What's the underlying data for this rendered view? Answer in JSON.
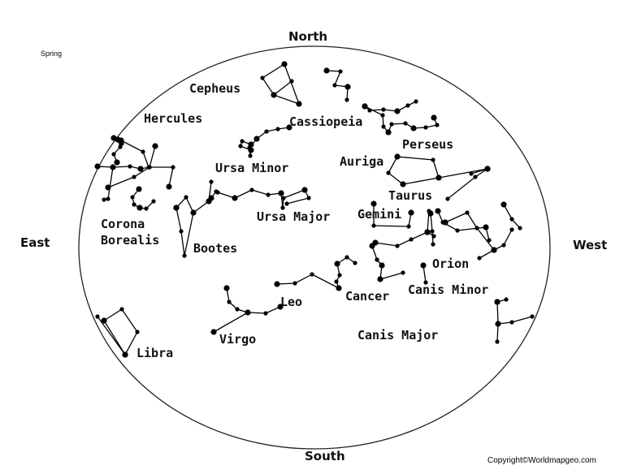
{
  "title": "Spring",
  "directions": {
    "north": "North",
    "south": "South",
    "east": "East",
    "west": "West"
  },
  "constellations": [
    "Cepheus",
    "Hercules",
    "Cassiopeia",
    "Perseus",
    "Ursa Minor",
    "Auriga",
    "Taurus",
    "Gemini",
    "Ursa Major",
    "Corona",
    "Borealis",
    "Bootes",
    "Orion",
    "Cancer",
    "Canis Minor",
    "Leo",
    "Virgo",
    "Canis Major",
    "Libra"
  ],
  "copyright": "Copyright©Worldmapgeo.com"
}
